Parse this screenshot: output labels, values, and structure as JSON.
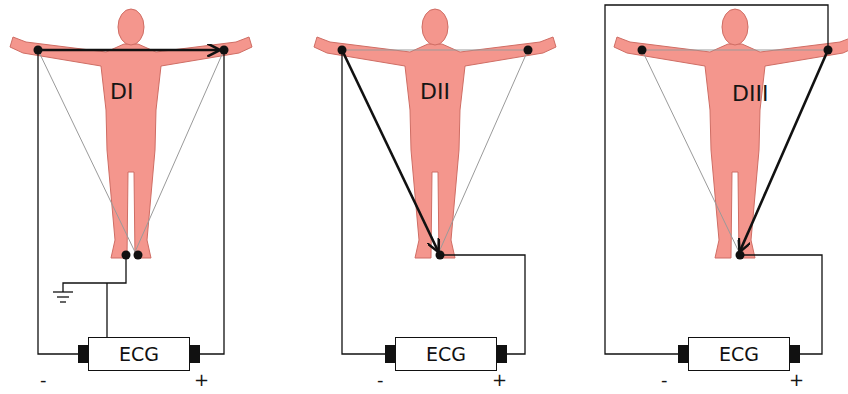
{
  "diagram": {
    "nodes": [
      {
        "text": [
          "ECG"
        ]
      },
      {
        "text": [
          "ECG"
        ]
      },
      {
        "text": [
          "ECG"
        ]
      }
    ],
    "labels": [
      "DI",
      "-",
      "+",
      "DII",
      "-",
      "+",
      "DIII",
      "-",
      "+"
    ]
  }
}
